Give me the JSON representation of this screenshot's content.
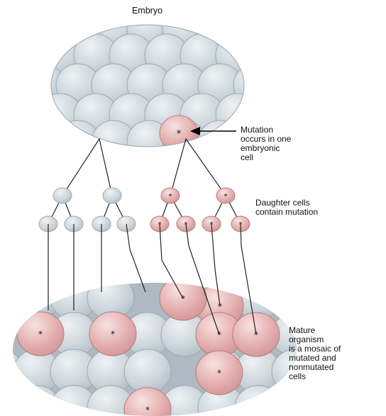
{
  "labels": {
    "embryo_title": "Embryo",
    "mutation_note": [
      "Mutation",
      "occurs in one",
      "embryonic",
      "cell"
    ],
    "daughter_note": [
      "Daughter cells",
      "contain mutation"
    ],
    "mature_note": [
      "Mature",
      "organism",
      "is a mosaic of",
      "mutated and",
      "nonmutated",
      "cells"
    ]
  },
  "mutation_marker": "*",
  "colors": {
    "normal_cell": "#c9d2d8",
    "normal_cell_highlight": "#eef2f4",
    "normal_cell_edge": "#9eaab2",
    "mutated_cell": "#e2a8a8",
    "mutated_cell_highlight": "#f8e2e2",
    "mutated_cell_edge": "#b57f7f",
    "lineage_line": "#222222"
  }
}
